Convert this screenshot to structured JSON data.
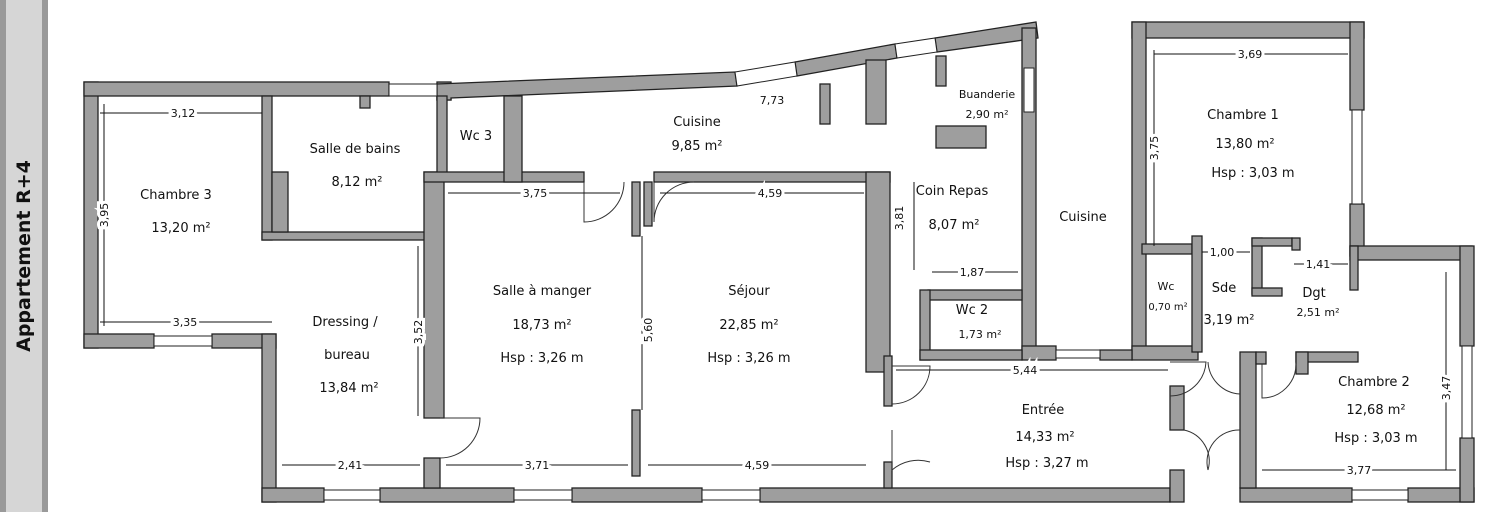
{
  "plan": {
    "title": "Appartement R+4",
    "rooms": {
      "chambre3": {
        "name": "Chambre 3",
        "area": "13,20 m²"
      },
      "sdb": {
        "name": "Salle de bains",
        "area": "8,12 m²"
      },
      "wc3": {
        "name": "Wc 3"
      },
      "cuisine": {
        "name": "Cuisine",
        "area": "9,85 m²"
      },
      "buanderie": {
        "name": "Buanderie",
        "area": "2,90 m²"
      },
      "chambre1": {
        "name": "Chambre 1",
        "area": "13,80 m²",
        "hsp": "Hsp : 3,03 m"
      },
      "coin_repas": {
        "name": "Coin Repas",
        "area": "8,07 m²"
      },
      "cuisine_label": {
        "name": "Cuisine"
      },
      "salle_manger": {
        "name": "Salle à manger",
        "area": "18,73 m²",
        "hsp": "Hsp : 3,26 m"
      },
      "sejour": {
        "name": "Séjour",
        "area": "22,85 m²",
        "hsp": "Hsp : 3,26 m"
      },
      "dressing": {
        "name_line1": "Dressing /",
        "name_line2": "bureau",
        "area": "13,84 m²"
      },
      "wc2": {
        "name": "Wc 2",
        "area": "1,73 m²"
      },
      "wc": {
        "name": "Wc",
        "area": "0,70 m²"
      },
      "sde": {
        "name": "Sde",
        "area": "3,19 m²"
      },
      "dgt": {
        "name": "Dgt",
        "area": "2,51 m²"
      },
      "chambre2": {
        "name": "Chambre 2",
        "area": "12,68 m²",
        "hsp": "Hsp : 3,03 m"
      },
      "entree": {
        "name": "Entrée",
        "area": "14,33 m²",
        "hsp": "Hsp : 3,27 m"
      }
    },
    "dimensions": {
      "ch3_top": "3,12",
      "ch3_left": "3,95",
      "ch3_bottom": "3,35",
      "cuisine_top": "7,73",
      "sam_top": "3,75",
      "sej_top": "4,59",
      "repas_left": "3,81",
      "repas_width": "1,87",
      "sam_height": "5,60",
      "dress_height": "3,52",
      "dress_bottom": "2,41",
      "sam_bottom": "3,71",
      "sej_bottom": "4,59",
      "entree_top": "5,44",
      "ch1_top": "3,69",
      "ch1_left": "3,75",
      "wc_width": "1,00",
      "dgt_width": "1,41",
      "ch2_height": "3,47",
      "ch2_bottom": "3,77"
    }
  }
}
